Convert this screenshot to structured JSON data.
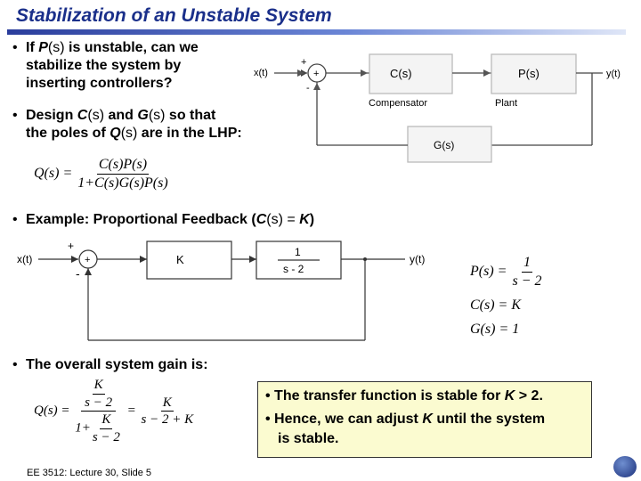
{
  "title": "Stabilization of an Unstable System",
  "bullets": {
    "b1": {
      "line1_pre": "If ",
      "line1_var": "P",
      "line1_arg": "(s)",
      "line1_post": " is unstable, can we",
      "line2": "stabilize the system by",
      "line3": "inserting controllers?"
    },
    "b2": {
      "line1_pre": "Design ",
      "c": "C",
      "c_arg": "(s)",
      "and": " and ",
      "g": "G",
      "g_arg": "(s)",
      "line1_post": " so that",
      "line2_pre": "the poles of ",
      "q": "Q",
      "q_arg": "(s)",
      "line2_post": " are in the LHP:"
    },
    "b3": {
      "text": "Example: Proportional Feedback (",
      "c": "C",
      "mid": "(s) = ",
      "k": "K",
      "close": ")"
    },
    "b4": {
      "text": "The overall system gain is:"
    }
  },
  "diagram1": {
    "input": "x(t)",
    "plus": "+",
    "minus": "-",
    "sum": "+",
    "block_c": "C(s)",
    "block_p": "P(s)",
    "block_g": "G(s)",
    "output": "y(t)",
    "label_comp": "Compensator",
    "label_plant": "Plant"
  },
  "diagram2": {
    "input": "x(t)",
    "plus": "+",
    "minus": "-",
    "sum": "+",
    "block_k": "K",
    "block_p_num": "1",
    "block_p_den": "s - 2",
    "output": "y(t)"
  },
  "equations": {
    "q1": {
      "lhs": "Q(s) =",
      "num": "C(s)P(s)",
      "den": "1+C(s)G(s)P(s)"
    },
    "p": {
      "lhs": "P(s) =",
      "num": "1",
      "den": "s − 2"
    },
    "c": "C(s) = K",
    "g": "G(s) = 1",
    "q2": {
      "lhs": "Q(s) =",
      "inner_num": "K",
      "inner_den": "s − 2",
      "one_plus": "1+",
      "lower_num": "K",
      "lower_den": "s − 2",
      "eq": "=",
      "rhs_num": "K",
      "rhs_den": "s − 2 + K"
    }
  },
  "note": {
    "line1_pre": "The transfer function is stable for ",
    "line1_var": "K",
    "line1_post": " > 2.",
    "line2_pre": "Hence, we can adjust ",
    "line2_var": "K",
    "line2_post": " until the system",
    "line3": "is stable."
  },
  "footer": "EE 3512: Lecture 30, Slide 5",
  "colors": {
    "title": "#1a2f8a",
    "note_bg": "#fbfbd0"
  }
}
